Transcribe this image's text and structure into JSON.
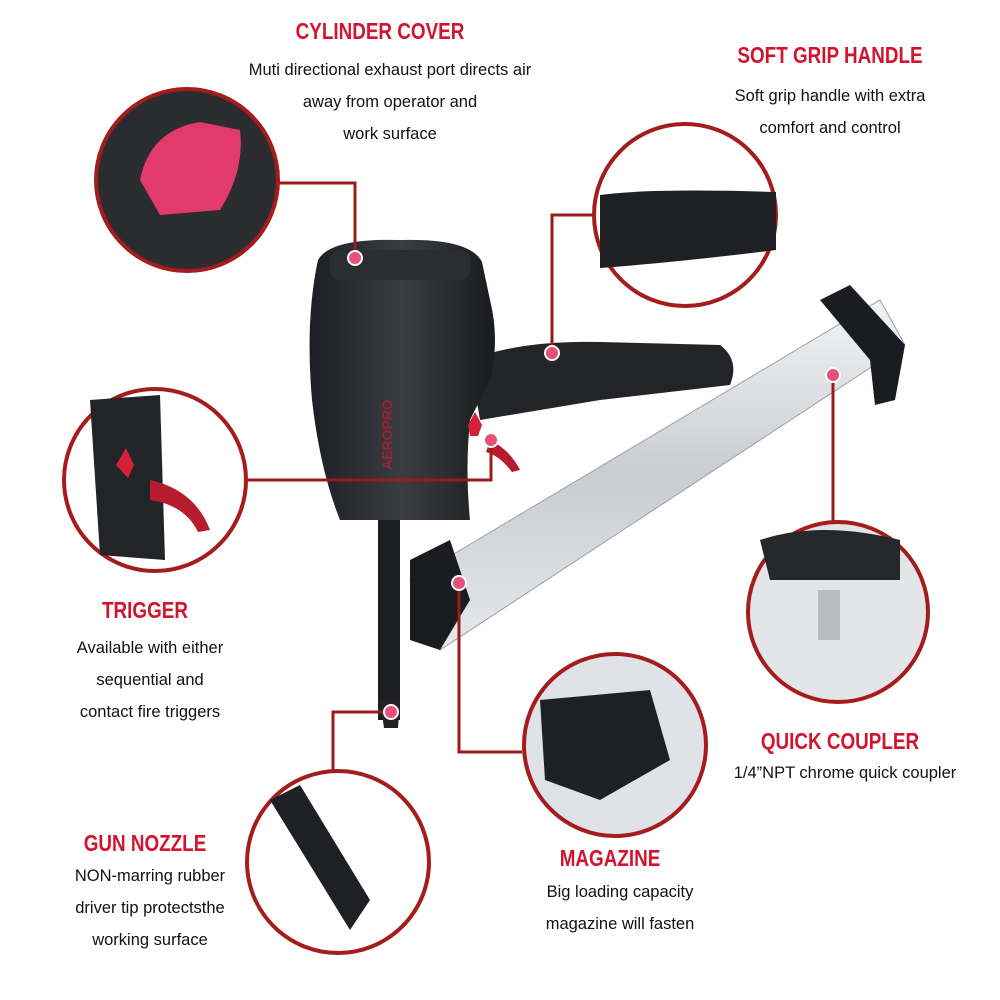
{
  "brand": "AEROPRO",
  "colors": {
    "title": "#d3142f",
    "connector": "#9b1b1b",
    "circle_border": "#a51c1c",
    "marker": "#e8507a"
  },
  "features": {
    "cylinder_cover": {
      "title": "CYLINDER COVER",
      "lines": [
        "Muti directional exhaust port directs air",
        "away from operator and",
        "work surface"
      ]
    },
    "soft_grip_handle": {
      "title": "SOFT GRIP HANDLE",
      "lines": [
        "Soft grip handle with extra",
        "comfort and control"
      ]
    },
    "trigger": {
      "title": "TRIGGER",
      "lines": [
        "Available with either",
        "sequential and",
        "contact fire triggers"
      ]
    },
    "quick_coupler": {
      "title": "QUICK COUPLER",
      "lines": [
        "1/4”NPT chrome quick coupler"
      ]
    },
    "magazine": {
      "title": "MAGAZINE",
      "lines": [
        "Big loading capacity",
        "magazine will fasten"
      ]
    },
    "gun_nozzle": {
      "title": "GUN NOZZLE",
      "lines": [
        "NON-marring rubber",
        "driver tip protectsthe",
        "working surface"
      ]
    }
  }
}
